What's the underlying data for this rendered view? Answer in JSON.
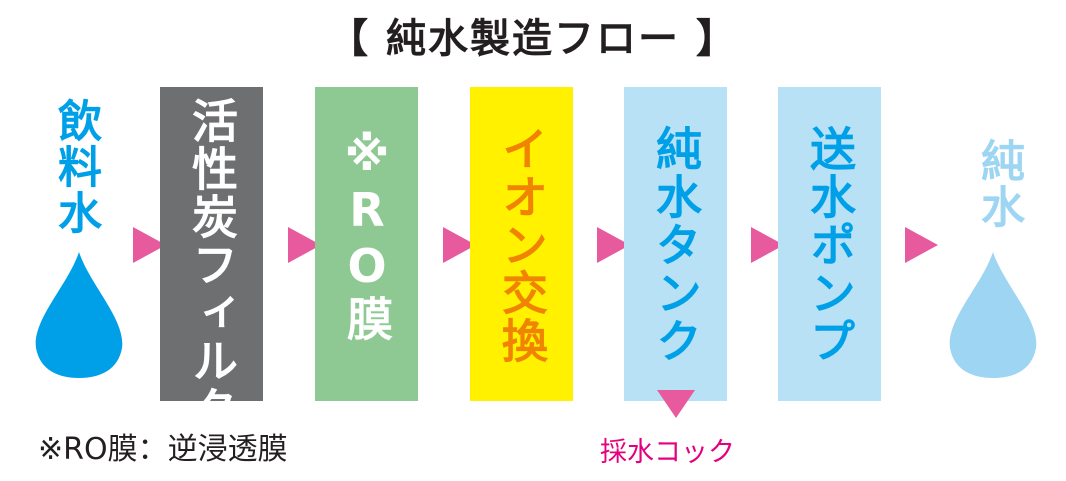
{
  "title": "【 純水製造フロー 】",
  "start_label": "飲料水",
  "end_label": "純水",
  "steps": [
    {
      "label": "活性炭フィルター",
      "bg": "#6d6f71",
      "color": "#ffffff"
    },
    {
      "label": "※RO膜",
      "bg": "#8ec993",
      "color": "#ffffff"
    },
    {
      "label": "イオン交換",
      "bg": "#fff100",
      "color": "#f08300"
    },
    {
      "label": "純水タンク",
      "bg": "#b8e1f6",
      "color": "#00a0e9"
    },
    {
      "label": "送水ポンプ",
      "bg": "#b8e1f6",
      "color": "#00a0e9"
    }
  ],
  "tap_label": "採水コック",
  "footnote": "※RO膜：逆浸透膜",
  "colors": {
    "arrow": "#e85a9e",
    "start_drop": "#00a0e9",
    "end_drop": "#9ed5f3",
    "tap_text": "#e4007f"
  }
}
